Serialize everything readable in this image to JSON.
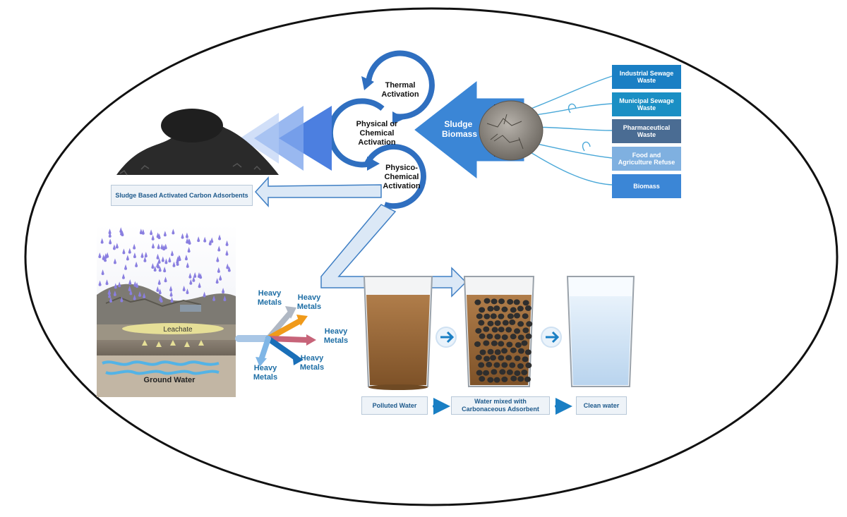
{
  "sources": [
    {
      "label": "Industrial Sewage Waste",
      "color": "#1a7fc4"
    },
    {
      "label": "Municipal Sewage Waste",
      "color": "#1a8fc4"
    },
    {
      "label": "Pharmaceutical Waste",
      "color": "#4a6c93"
    },
    {
      "label": "Food and Agriculture Refuse",
      "color": "#7fb0e0"
    },
    {
      "label": "Biomass",
      "color": "#3b86d6"
    }
  ],
  "sludge_biomass_label": "Sludge Biomass",
  "activation_steps": [
    "Thermal Activation",
    "Physical or Chemical Activation",
    "Physico-Chemical Activation"
  ],
  "product_label": "Sludge Based Activated Carbon Adsorbents",
  "leachate_label": "Leachate",
  "groundwater_label": "Ground Water",
  "heavy_metals_label": "Heavy Metals",
  "water_stages": [
    "Polluted Water",
    "Water mixed with Carbonaceous Adsorbent",
    "Clean water"
  ],
  "colors": {
    "ellipse": "#111111",
    "activation_blue": "#2f6fc0",
    "arrow_outline": "#3f7fc4",
    "arrow_fill": "#dbe8f6",
    "polluted_water": "#9a6a3a",
    "clean_water": "#cfe3f5",
    "carbon": "#2e2e2e"
  }
}
